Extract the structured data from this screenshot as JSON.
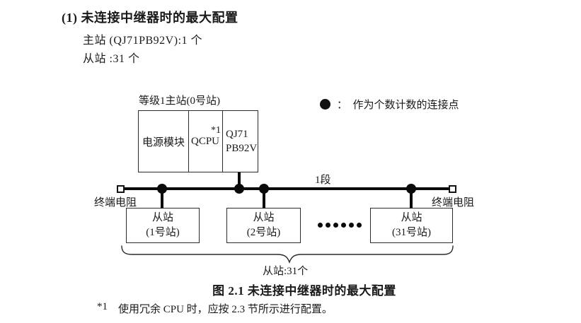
{
  "header": {
    "heading": "(1) 未连接中继器时的最大配置",
    "master_line": "主站 (QJ71PB92V):1 个",
    "slave_line": "从站 :31 个"
  },
  "legend": {
    "symbol": "connection-point-dot",
    "text": "：  作为个数计数的连接点"
  },
  "diagram": {
    "master_label": "等级1主站(0号站)",
    "power_module": "电源模块",
    "qcpu": "QCPU",
    "qcpu_footnote_ref": "*1",
    "pb92v_line1": "QJ71",
    "pb92v_line2": "PB92V",
    "segment_label": "1段",
    "terminator_left": "终端电阻",
    "terminator_right": "终端电阻",
    "slaves": [
      {
        "line1": "从站",
        "line2": "(1号站)"
      },
      {
        "line1": "从站",
        "line2": "(2号站)"
      },
      {
        "line1": "从站",
        "line2": "(31号站)"
      }
    ],
    "brace_label": "从站:31个"
  },
  "footer": {
    "caption": "图 2.1 未连接中继器时的最大配置",
    "footnote_marker": "*1",
    "footnote_text": "使用冗余 CPU 时，应按 2.3 节所示进行配置。"
  },
  "colors": {
    "ink": "#1a1a1a",
    "line": "#0a0a0a",
    "background": "#ffffff"
  }
}
